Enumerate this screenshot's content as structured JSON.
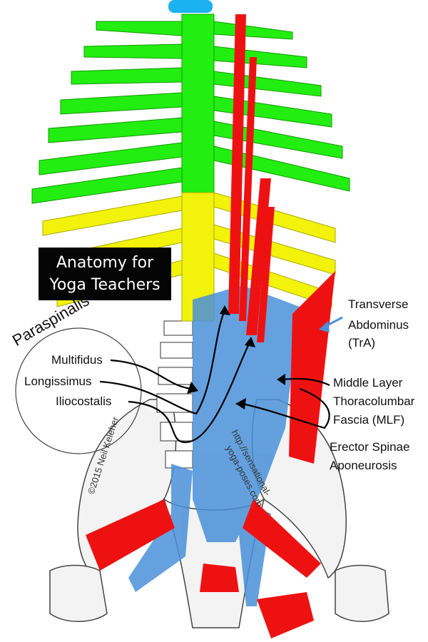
{
  "title": {
    "line1": "Anatomy for",
    "line2": "Yoga Teachers"
  },
  "group_label": "Paraspinalis",
  "left_labels": [
    "Multifidus",
    "Longissimus",
    "Iliocostalis"
  ],
  "right_labels": {
    "tra": [
      "Transverse",
      "Abdominus",
      "(TrA)"
    ],
    "mlf": [
      "Middle Layer",
      "Thoracolumbar",
      "Fascia (MLF)"
    ],
    "esa": [
      "Erector Spinae",
      "Aponeurosis"
    ]
  },
  "copyright": "©2015 Neil Keleher",
  "website": [
    "http://sensational-",
    "yoga-poses.com"
  ],
  "colors": {
    "thoracic": "#22ee11",
    "lumbar": "#f2f20a",
    "muscle": "#ee1111",
    "fascia": "#4a90d9",
    "cervical": "#1ab2f0",
    "bone": "#f4f4f4"
  }
}
